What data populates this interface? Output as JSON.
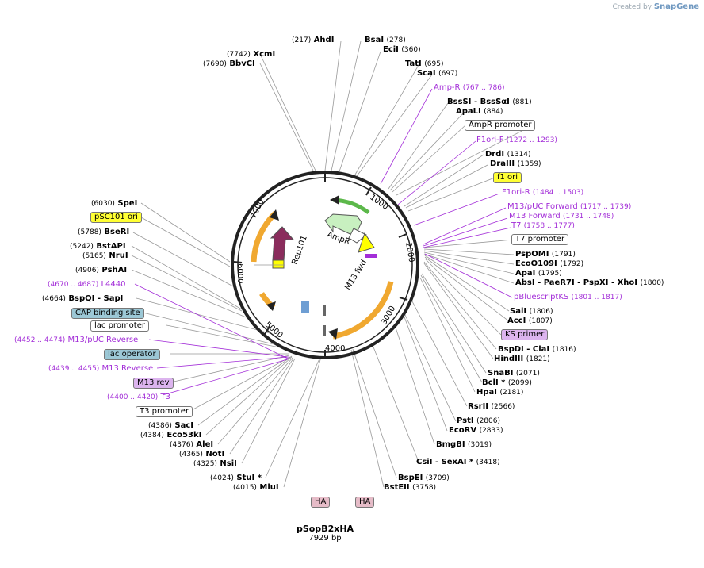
{
  "credit": {
    "prefix": "Created by",
    "brand": "SnapGene"
  },
  "plasmid": {
    "name": "pSopB2xHA",
    "length": "7929 bp"
  },
  "ticks": [
    "1000",
    "2000",
    "3000",
    "4000",
    "5000",
    "6000",
    "7000"
  ],
  "features": {
    "rep101": "Rep101",
    "ampr": "AmpR",
    "m13fwd": "M13 fwd"
  },
  "sites": {
    "ahdi": {
      "name": "AhdI",
      "pos": "(217)"
    },
    "bsai": {
      "name": "BsaI",
      "pos": "(278)"
    },
    "ecii": {
      "name": "EciI",
      "pos": "(360)"
    },
    "tati": {
      "name": "TatI",
      "pos": "(695)"
    },
    "scai": {
      "name": "ScaI",
      "pos": "(697)"
    },
    "bsssi": {
      "name": "BssSI",
      "name2": "- BssSαI",
      "pos": "(881)"
    },
    "apali": {
      "name": "ApaLI",
      "pos": "(884)"
    },
    "drdi": {
      "name": "DrdI",
      "pos": "(1314)"
    },
    "draiii": {
      "name": "DraIII",
      "pos": "(1359)"
    },
    "pspomi": {
      "name": "PspOMI",
      "pos": "(1791)"
    },
    "eco0109i": {
      "name": "EcoO109I",
      "pos": "(1792)"
    },
    "apai": {
      "name": "ApaI",
      "pos": "(1795)"
    },
    "absi": {
      "name": "AbsI",
      "name2": "- PaeR7I",
      "name3": "- PspXI",
      "name4": "- XhoI",
      "pos": "(1800)"
    },
    "sali": {
      "name": "SalI",
      "pos": "(1806)"
    },
    "acci": {
      "name": "AccI",
      "pos": "(1807)"
    },
    "bspdi": {
      "name": "BspDI",
      "name2": "- ClaI",
      "pos": "(1816)"
    },
    "hindiii": {
      "name": "HindIII",
      "pos": "(1821)"
    },
    "snabi": {
      "name": "SnaBI",
      "pos": "(2071)"
    },
    "bcli": {
      "name": "BclI *",
      "pos": "(2099)"
    },
    "hpai": {
      "name": "HpaI",
      "pos": "(2181)"
    },
    "rsrii": {
      "name": "RsrII",
      "pos": "(2566)"
    },
    "psti": {
      "name": "PstI",
      "pos": "(2806)"
    },
    "ecorv": {
      "name": "EcoRV",
      "pos": "(2833)"
    },
    "bmgbi": {
      "name": "BmgBI",
      "pos": "(3019)"
    },
    "csii": {
      "name": "CsiI",
      "name2": "- SexAI *",
      "pos": "(3418)"
    },
    "bspei": {
      "name": "BspEI",
      "pos": "(3709)"
    },
    "bsteii": {
      "name": "BstEII",
      "pos": "(3758)"
    },
    "mlui": {
      "name": "MluI",
      "pos": "(4015)"
    },
    "stui": {
      "name": "StuI *",
      "pos": "(4024)"
    },
    "nsii": {
      "name": "NsiI",
      "pos": "(4325)"
    },
    "noti": {
      "name": "NotI",
      "pos": "(4365)"
    },
    "alei": {
      "name": "AleI",
      "pos": "(4376)"
    },
    "eco53ki": {
      "name": "Eco53kI",
      "pos": "(4384)"
    },
    "saci": {
      "name": "SacI",
      "pos": "(4386)"
    },
    "bspqi": {
      "name": "BspQI",
      "name2": "- SapI",
      "pos": "(4664)"
    },
    "pshai": {
      "name": "PshAI",
      "pos": "(4906)"
    },
    "nrui": {
      "name": "NruI",
      "pos": "(5165)"
    },
    "bstapi": {
      "name": "BstAPI",
      "pos": "(5242)"
    },
    "beri": {
      "name": "BseRI",
      "pos": "(5788)"
    },
    "spei": {
      "name": "SpeI",
      "pos": "(6030)"
    },
    "bbvci": {
      "name": "BbvCI",
      "pos": "(7690)"
    },
    "xcmi": {
      "name": "XcmI",
      "pos": "(7742)"
    }
  },
  "primers": {
    "ampr": {
      "name": "Amp-R",
      "range": "(767 .. 786)"
    },
    "f1orif": {
      "name": "F1ori-F",
      "range": "(1272 .. 1293)"
    },
    "f1orir": {
      "name": "F1ori-R",
      "range": "(1484 .. 1503)"
    },
    "m13pucfwd": {
      "name": "M13/pUC Forward",
      "range": "(1717 .. 1739)"
    },
    "m13fwd": {
      "name": "M13 Forward",
      "range": "(1731 .. 1748)"
    },
    "t7": {
      "name": "T7",
      "range": "(1758 .. 1777)"
    },
    "pbluescriptks": {
      "name": "pBluescriptKS",
      "range": "(1801 .. 1817)"
    },
    "l4440": {
      "name": "L4440",
      "range": "(4670 .. 4687)"
    },
    "m13pucrev": {
      "name": "M13/pUC Reverse",
      "range": "(4452 .. 4474)"
    },
    "m13rev": {
      "name": "M13 Reverse",
      "range": "(4439 .. 4455)"
    },
    "t3": {
      "name": "T3",
      "range": "(4400 .. 4420)"
    }
  },
  "boxes": {
    "amprpromoter": "AmpR promoter",
    "f1ori": "f1 ori",
    "t7promoter": "T7 promoter",
    "ksprimer": "KS primer",
    "psc101ori": "pSC101 ori",
    "capbinding": "CAP binding site",
    "lacpromoter": "lac promoter",
    "lacoperator": "lac operator",
    "m13rev": "M13 rev",
    "t3promoter": "T3 promoter",
    "ha1": "HA",
    "ha2": "HA"
  },
  "colors": {
    "backbone": "#222222",
    "primer": "#a32ed8",
    "orange": "#f0a830",
    "green": "#5cb84a",
    "rep": "#8a2c5c",
    "yellow": "#ffff00"
  }
}
